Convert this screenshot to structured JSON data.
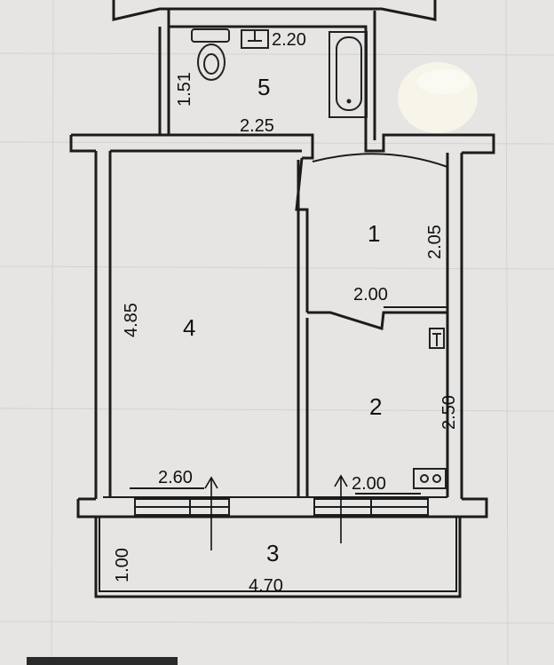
{
  "rooms": {
    "r1": "1",
    "r2": "2",
    "r3": "3",
    "r4": "4",
    "r5": "5"
  },
  "dims": {
    "bath_width": "2.20",
    "bath_height": "1.51",
    "bath_bottom": "2.25",
    "hall_height": "2.05",
    "hall_width": "2.00",
    "kitchen_height": "2.50",
    "kitchen_width": "2.00",
    "living_height": "4.85",
    "living_width": "2.60",
    "balcony_height": "1.00",
    "balcony_width": "4.70"
  },
  "colors": {
    "paper": "#e6e5e3",
    "ink": "#1c1c1c"
  }
}
